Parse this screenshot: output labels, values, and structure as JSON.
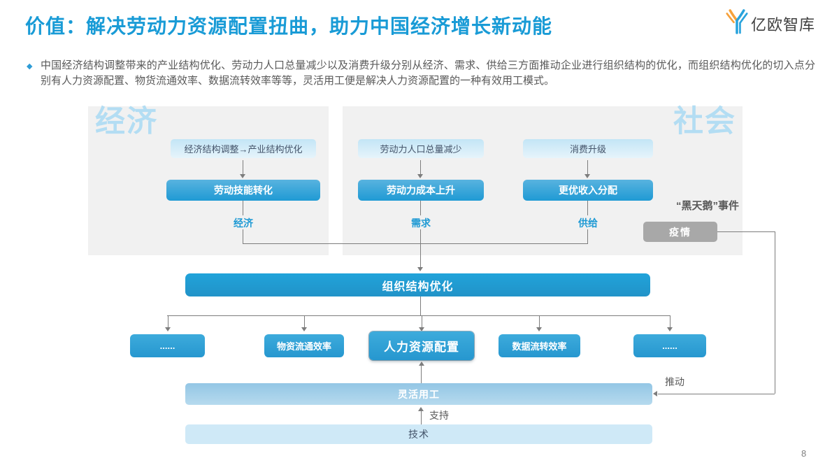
{
  "header": {
    "title": "价值：解决劳动力资源配置扭曲，助力中国经济增长新动能",
    "logo_text": "亿欧智库"
  },
  "intro": {
    "bullet": "◆",
    "text": "中国经济结构调整带来的产业结构优化、劳动力人口总量减少以及消费升级分别从经济、需求、供给三方面推动企业进行组织结构的优化，而组织结构优化的切入点分别有人力资源配置、物货流通效率、数据流转效率等等，灵活用工便是解决人力资源配置的一种有效用工模式。"
  },
  "diagram": {
    "watermark_left": "经济",
    "watermark_right": "社会",
    "columns": [
      {
        "cause": "经济结构调整→产业结构优化",
        "effect": "劳动技能转化",
        "dimension": "经济"
      },
      {
        "cause": "劳动力人口总量减少",
        "effect": "劳动力成本上升",
        "dimension": "需求"
      },
      {
        "cause": "消费升级",
        "effect": "更优收入分配",
        "dimension": "供给"
      }
    ],
    "black_swan": {
      "title": "“黑天鹅”事件",
      "event": "疫情",
      "push_label": "推动"
    },
    "org_box": "组织结构优化",
    "children": [
      "......",
      "物资流通效率",
      "人力资源配置",
      "数据流转效率",
      "......"
    ],
    "flexible_work": "灵活用工",
    "support_label": "支持",
    "technology": "技术"
  },
  "footer": {
    "page_number": "8"
  },
  "colors": {
    "title_blue": "#199bd6",
    "box_blue": "#2697cf",
    "light_box_blue": "#cfe9f7",
    "panel_gray": "#f1f1f1",
    "watermark_blue": "#b3ddf3",
    "event_gray": "#a8a8a8",
    "line_gray": "#7d7d7d",
    "text_gray": "#595959",
    "logo_orange": "#f6a13b",
    "logo_blue": "#29a3dc"
  }
}
